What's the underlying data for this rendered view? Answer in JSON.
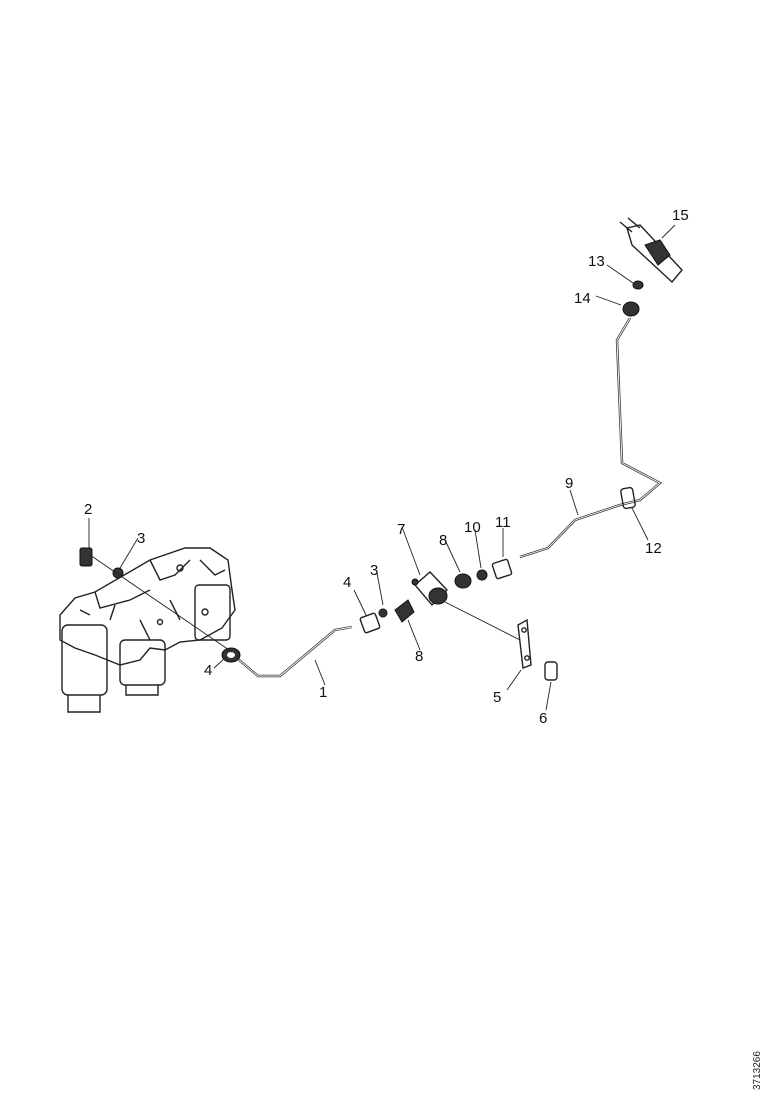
{
  "callouts": [
    "1",
    "2",
    "3",
    "4",
    "5",
    "6",
    "7",
    "8",
    "9",
    "10",
    "11",
    "12",
    "13",
    "14",
    "15"
  ],
  "label_instances": {
    "l2a": "2",
    "l3a": "3",
    "l4a": "4",
    "l1": "1",
    "l4b": "4",
    "l3b": "3",
    "l8a": "8",
    "l7": "7",
    "l8b": "8",
    "l10": "10",
    "l11": "11",
    "l9": "9",
    "l12": "12",
    "l5": "5",
    "l6": "6",
    "l13": "13",
    "l14": "14",
    "l15": "15"
  },
  "document_id": "3713266"
}
